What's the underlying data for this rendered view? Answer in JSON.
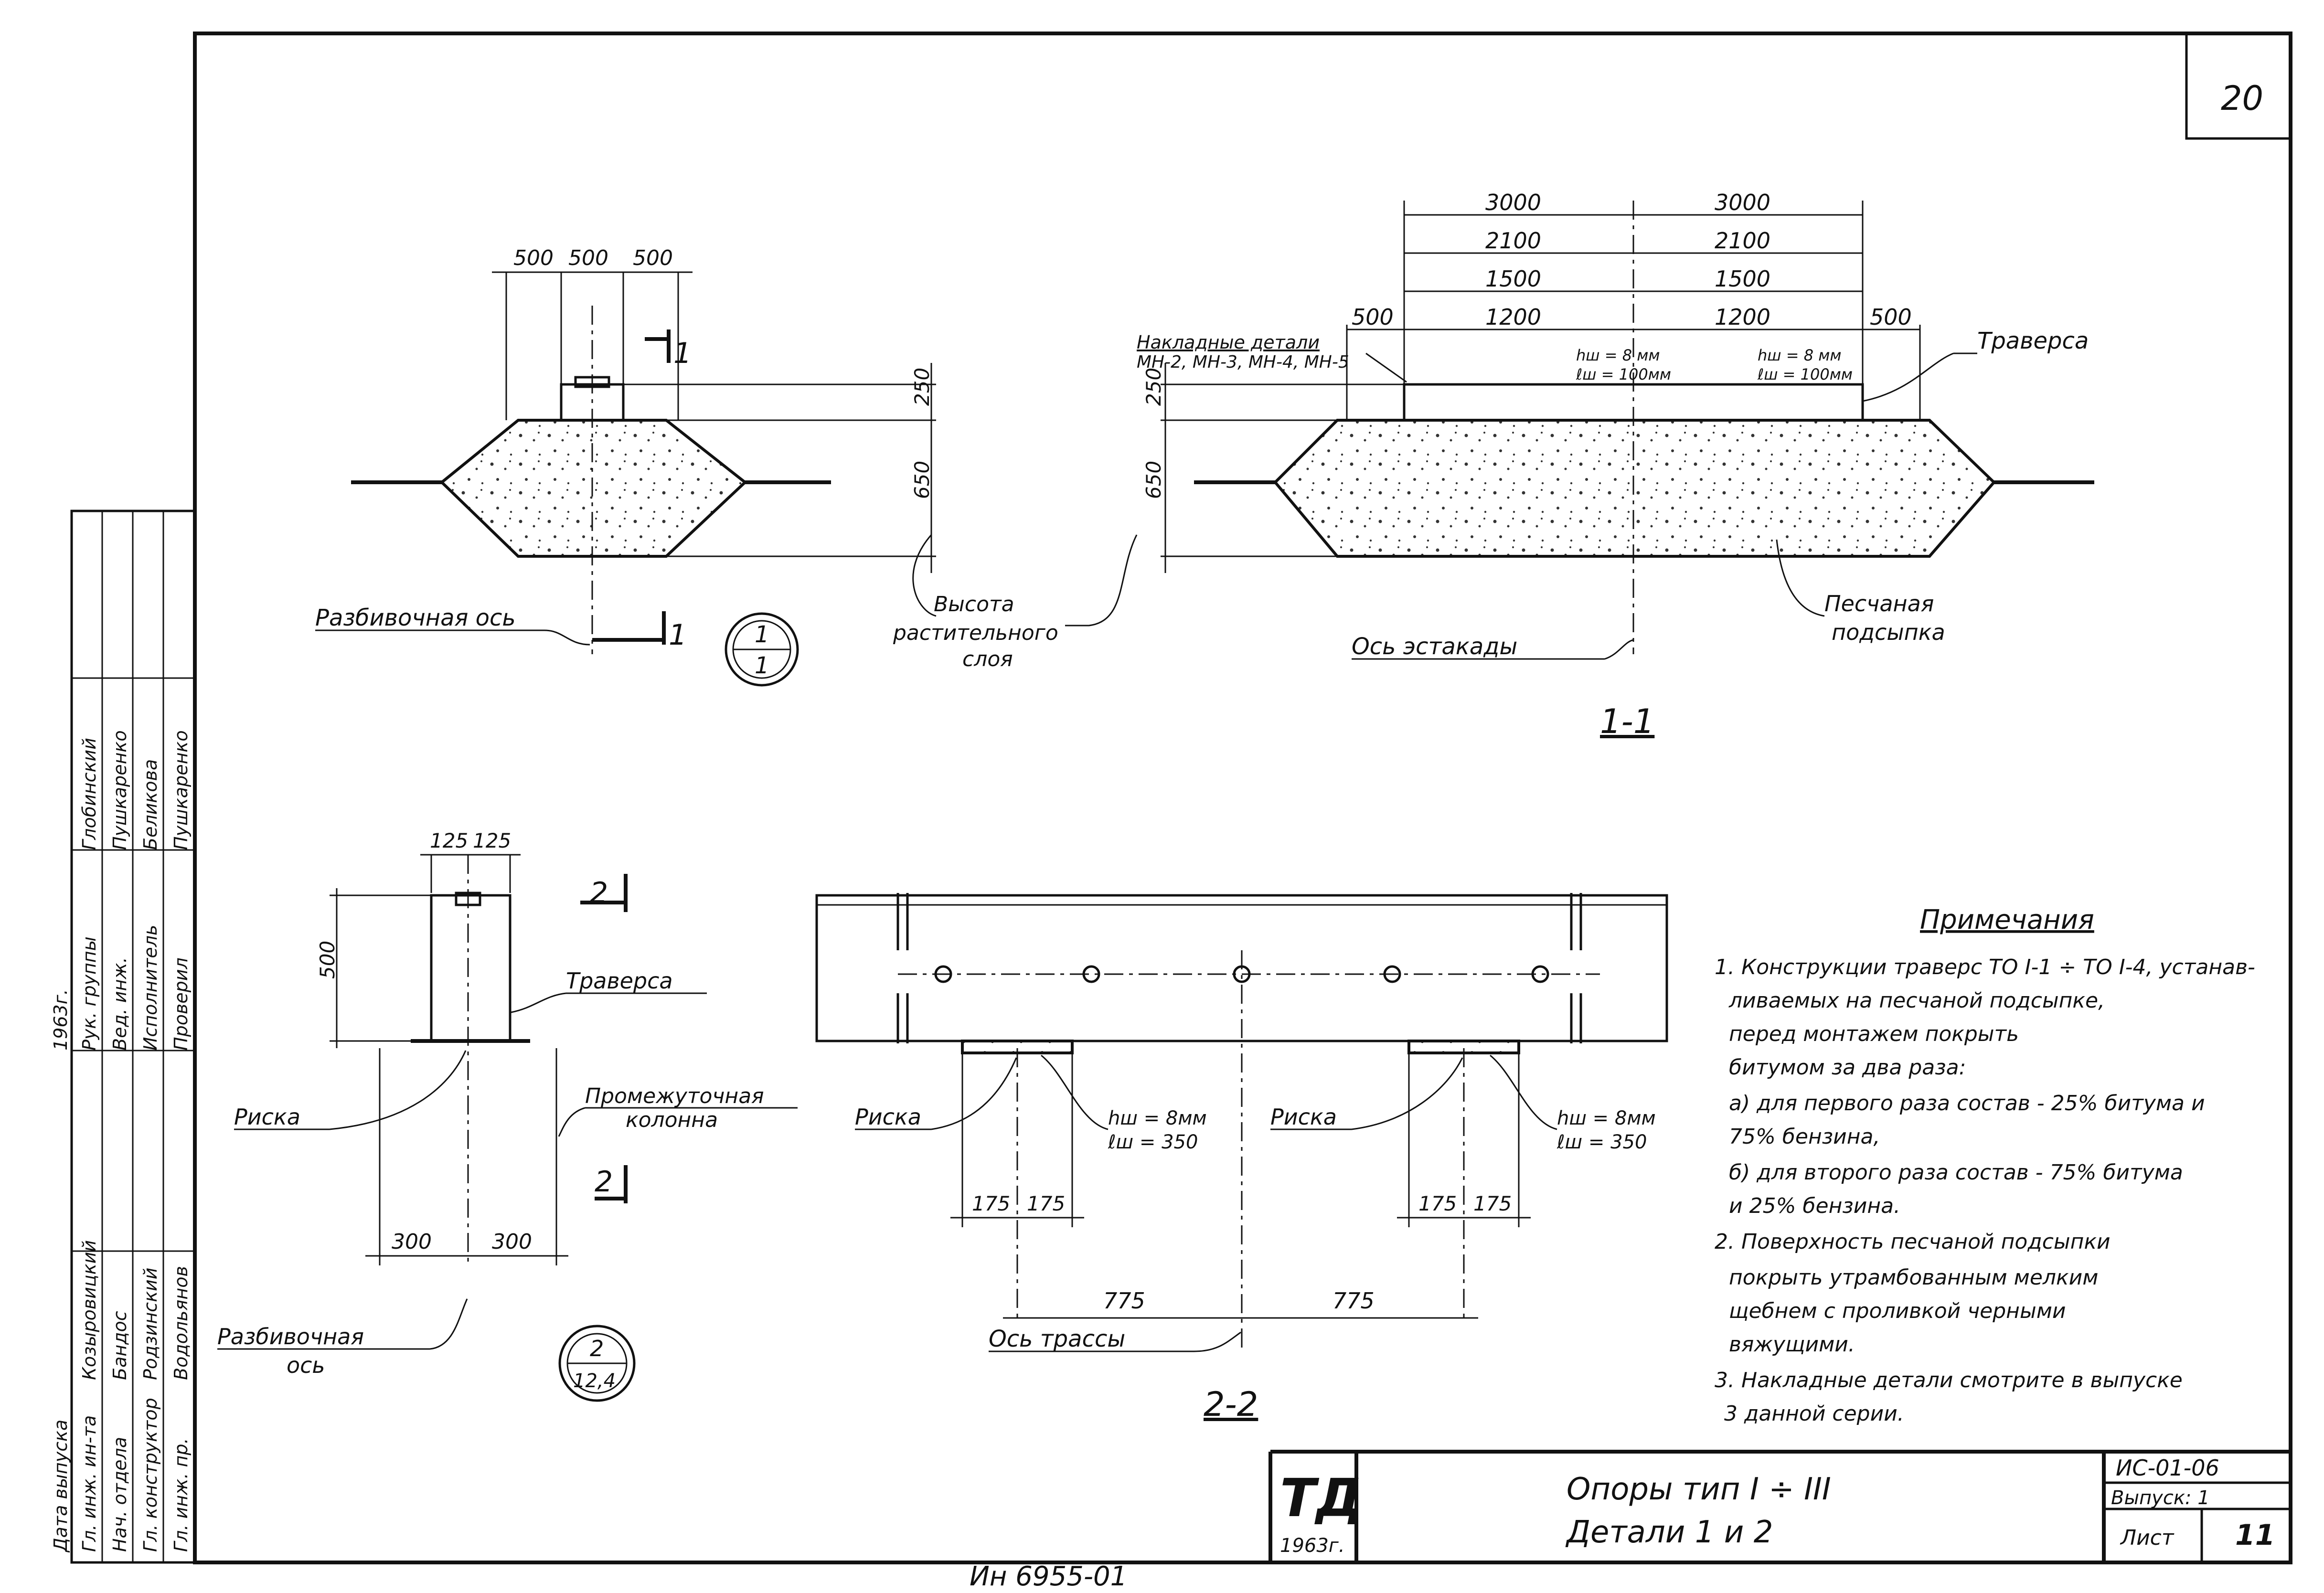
{
  "sheet": {
    "page_number": "20",
    "archive_number": "Ин 6955-01"
  },
  "view_top_left": {
    "dims_top": [
      "500",
      "500",
      "500"
    ],
    "dims_right": [
      "250",
      "650"
    ],
    "section_mark": "1",
    "axis_label": "Разбивочная ось",
    "circle_top": "1",
    "circle_bottom": "1"
  },
  "view_top_right": {
    "dims": [
      "3000",
      "3000",
      "2100",
      "2100",
      "1500",
      "1500",
      "1200",
      "1200"
    ],
    "edge_dims": [
      "500",
      "500"
    ],
    "left_dims": [
      "250",
      "650"
    ],
    "overlay_label": "Накладные детали",
    "overlay_parts": "МН-2, МН-3, МН-4, МН-5",
    "hw_left": "hш = 8 мм",
    "lw_left": "ℓш = 100мм",
    "hw_right": "hш = 8 мм",
    "lw_right": "ℓш = 100мм",
    "traverse_label": "Траверса",
    "soil_label_1": "Высота",
    "soil_label_2": "растительного",
    "soil_label_3": "слоя",
    "axis_label": "Ось эстакады",
    "sand_label_1": "Песчаная",
    "sand_label_2": "подсыпка",
    "section_title": "1-1"
  },
  "view_bottom_left": {
    "dims_top": [
      "125",
      "125"
    ],
    "dim_height": "500",
    "section_mark": "2",
    "traverse_label": "Траверса",
    "risk_label": "Риска",
    "column_label_1": "Промежуточная",
    "column_label_2": "колонна",
    "dims_bottom": [
      "300",
      "300"
    ],
    "axis_label_1": "Разбивочная",
    "axis_label_2": "ось",
    "circle_top": "2",
    "circle_bottom": "12,4"
  },
  "view_bottom_middle": {
    "risk_left": "Риска",
    "risk_right": "Риска",
    "hw_left": "hш = 8мм",
    "lw_left": "ℓш = 350",
    "hw_right": "hш = 8мм",
    "lw_right": "ℓш = 350",
    "dims_support": [
      "175",
      "175",
      "175",
      "175"
    ],
    "dims_axis": [
      "775",
      "775"
    ],
    "axis_label": "Ось трассы",
    "section_title": "2-2"
  },
  "notes": {
    "title": "Примечания",
    "lines": [
      "1. Конструкции траверс ТО I-1 ÷ ТО I-4, устанав-",
      "ливаемых на песчаной подсыпке,",
      "перед монтажем покрыть",
      "битумом за два раза:",
      "а) для первого раза состав - 25% битума и",
      "75% бензина,",
      "б) для второго раза состав - 75% битума",
      "и 25% бензина.",
      "2. Поверхность песчаной подсыпки",
      "покрыть утрамбованным мелким",
      "щебнем с проливкой черными",
      "вяжущими.",
      "3. Накладные детали смотрите в выпуске",
      "3 данной серии."
    ]
  },
  "title_block": {
    "logo": "ТД",
    "year": "1963г.",
    "title_line1": "Опоры тип I ÷ III",
    "title_line2": "Детали 1 и 2",
    "code": "ИС-01-06",
    "issue_label": "Выпуск: 1",
    "sheet_label": "Лист",
    "sheet_no": "11"
  },
  "side_stamp": {
    "col1": [
      "Гл. инж. ин-та",
      "Нач. отдела",
      "Гл. конструктор",
      "Гл. инж. пр.",
      "Дата выпуска"
    ],
    "col2": [
      "Козыровицкий",
      "Бандос",
      "Родзинский",
      "Водольянов",
      ""
    ],
    "col3": [
      "Рук. группы",
      "Вед. инж.",
      "Исполнитель",
      "Проверил",
      "1963г."
    ],
    "col4": [
      "Глобинский",
      "Пушкаренко",
      "Беликова",
      "Пушкаренко",
      ""
    ]
  }
}
